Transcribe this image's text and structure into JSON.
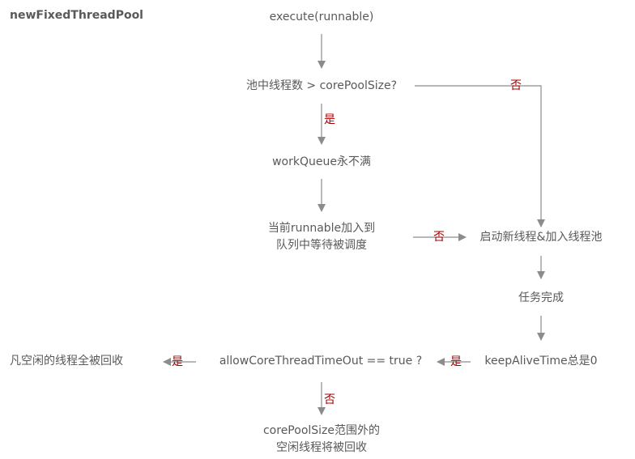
{
  "title": "newFixedThreadPool",
  "nodes": {
    "execute": "execute(runnable)",
    "check_core": "池中线程数 > corePoolSize?",
    "queue_not_full": "workQueue永不满",
    "enqueue": {
      "line1": "当前runnable加入到",
      "line2": "队列中等待被调度"
    },
    "start_thread": "启动新线程&加入线程池",
    "task_done": "任务完成",
    "keepalive": "keepAliveTime总是0",
    "allow_timeout": "allowCoreThreadTimeOut == true ?",
    "all_idle_reclaimed": "凡空闲的线程全被回收",
    "outside_core": {
      "line1": "corePoolSize范围外的",
      "line2": "空闲线程将被回收"
    }
  },
  "edge_labels": {
    "check_no": "否",
    "check_yes": "是",
    "enqueue_no": "否",
    "keepalive_yes": "是",
    "timeout_yes": "是",
    "timeout_no": "否"
  },
  "colors": {
    "node_text": "#595959",
    "edge": "#8c8c8c",
    "label": "#a40000"
  }
}
